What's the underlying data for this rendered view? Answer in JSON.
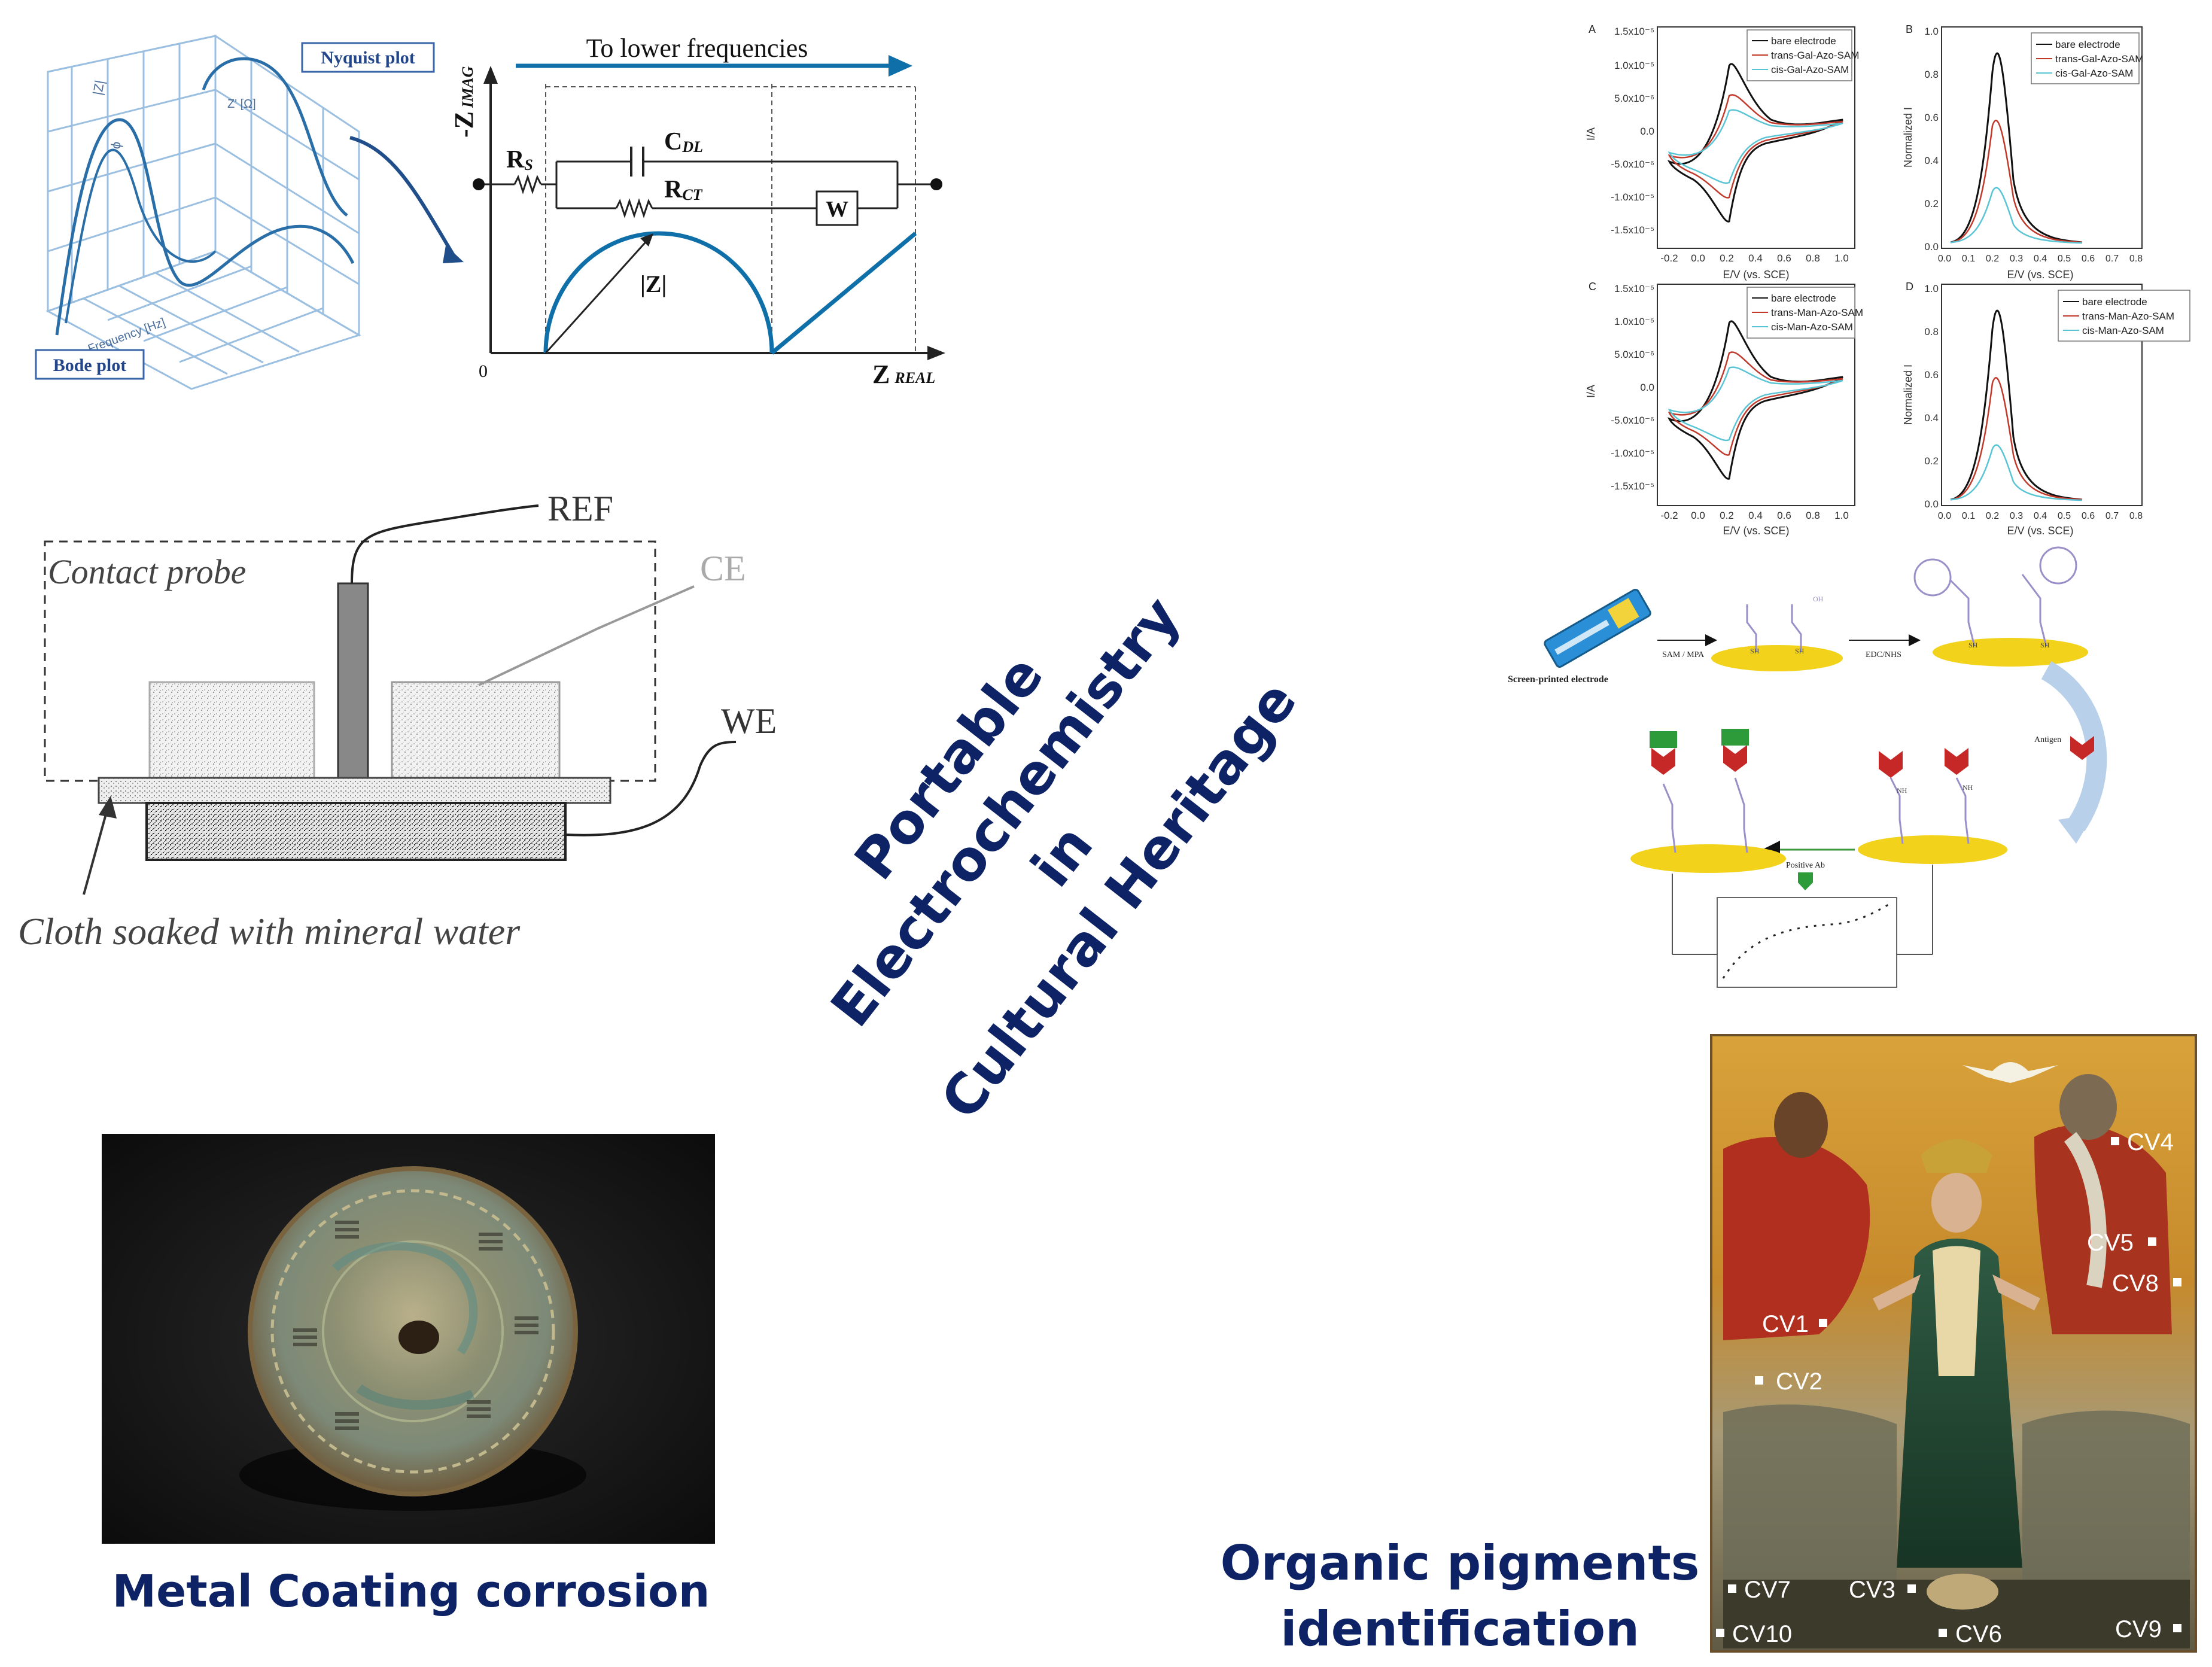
{
  "center_title": {
    "line1": "Portable",
    "line2": "Electrochemistry",
    "line3": "in",
    "line4": "Cultural Heritage"
  },
  "eis_diagram": {
    "nyquist_label": "Nyquist plot",
    "bode_label": "Bode plot",
    "arrow_label": "To lower frequencies",
    "y_axis_label": "-Z",
    "y_axis_sub": "IMAG",
    "x_axis_label": "Z",
    "x_axis_sub": "REAL",
    "origin": "0",
    "rs": "R",
    "rs_sub": "S",
    "cdl": "C",
    "cdl_sub": "DL",
    "rct": "R",
    "rct_sub": "CT",
    "warburg": "W",
    "modulus": "|Z|",
    "bode_axis_z": "|Z|",
    "bode_axis_phase": "ϕ",
    "bode_axis_freq": "Frequency [Hz]",
    "bode_axis_zreal": "Z' [Ω]"
  },
  "probe_diagram": {
    "ref": "REF",
    "ce": "CE",
    "we": "WE",
    "contact_probe": "Contact probe",
    "cloth": "Cloth soaked with mineral water"
  },
  "cv_panels": {
    "panel_a": {
      "letter": "A",
      "legend": [
        "bare electrode",
        "trans-Gal-Azo-SAM",
        "cis-Gal-Azo-SAM"
      ],
      "y_label": "I/A",
      "x_label": "E/V (vs. SCE)"
    },
    "panel_b": {
      "letter": "B",
      "legend": [
        "bare electrode",
        "trans-Gal-Azo-SAM",
        "cis-Gal-Azo-SAM"
      ],
      "y_label": "Normalized I",
      "x_label": "E/V (vs. SCE)"
    },
    "panel_c": {
      "letter": "C",
      "legend": [
        "bare electrode",
        "trans-Man-Azo-SAM",
        "cis-Man-Azo-SAM"
      ],
      "y_label": "I/A",
      "x_label": "E/V (vs. SCE)"
    },
    "panel_d": {
      "letter": "D",
      "legend": [
        "bare electrode",
        "trans-Man-Azo-SAM",
        "cis-Man-Azo-SAM"
      ],
      "y_label": "Normalized I",
      "x_label": "E/V (vs. SCE)"
    },
    "cv_y_ticks": [
      "1.5x10⁻⁵",
      "1.0x10⁻⁵",
      "5.0x10⁻⁶",
      "0.0",
      "-5.0x10⁻⁶",
      "-1.0x10⁻⁵",
      "-1.5x10⁻⁵"
    ],
    "cv_x_ticks": [
      "-0.2",
      "0.0",
      "0.2",
      "0.4",
      "0.6",
      "0.8",
      "1.0"
    ],
    "dpv_y_ticks": [
      "1.0",
      "0.8",
      "0.6",
      "0.4",
      "0.2",
      "0.0"
    ],
    "dpv_x_ticks": [
      "0.0",
      "0.1",
      "0.2",
      "0.3",
      "0.4",
      "0.5",
      "0.6",
      "0.7",
      "0.8"
    ]
  },
  "sensor_scheme": {
    "electrode_label": "Screen-printed electrode",
    "step1": "SAM / MPA",
    "step2": "EDC/NHS",
    "step3": "Antigen",
    "step4": "Positive Ab",
    "sh": "SH",
    "nh": "NH",
    "oh": "OH"
  },
  "mirror": {
    "caption": "Metal Coating corrosion"
  },
  "painting": {
    "caption_line1": "Organic pigments",
    "caption_line2": "identification",
    "points": [
      "CV1",
      "CV2",
      "CV3",
      "CV4",
      "CV5",
      "CV6",
      "CV7",
      "CV8",
      "CV9",
      "CV10"
    ]
  },
  "colors": {
    "title_navy": "#0d2366",
    "eis_blue": "#0f6fa8",
    "cv_black": "#111111",
    "cv_red": "#c0392b",
    "cv_cyan": "#59c4d4"
  }
}
